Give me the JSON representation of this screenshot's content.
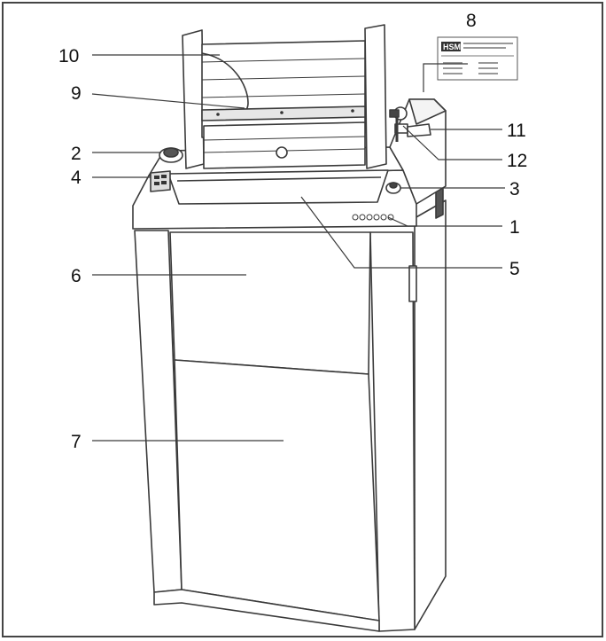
{
  "figure": {
    "brand_label": "HSM",
    "callouts": [
      {
        "id": "1",
        "text": "1"
      },
      {
        "id": "2",
        "text": "2"
      },
      {
        "id": "3",
        "text": "3"
      },
      {
        "id": "4",
        "text": "4"
      },
      {
        "id": "5",
        "text": "5"
      },
      {
        "id": "6",
        "text": "6"
      },
      {
        "id": "7",
        "text": "7"
      },
      {
        "id": "8",
        "text": "8"
      },
      {
        "id": "9",
        "text": "9"
      },
      {
        "id": "10",
        "text": "10"
      },
      {
        "id": "11",
        "text": "11"
      },
      {
        "id": "12",
        "text": "12"
      }
    ]
  },
  "colors": {
    "line": "#3a3a3a",
    "frame": "#444444",
    "fill": "#ffffff",
    "label_bg": "#d8d8d8"
  }
}
